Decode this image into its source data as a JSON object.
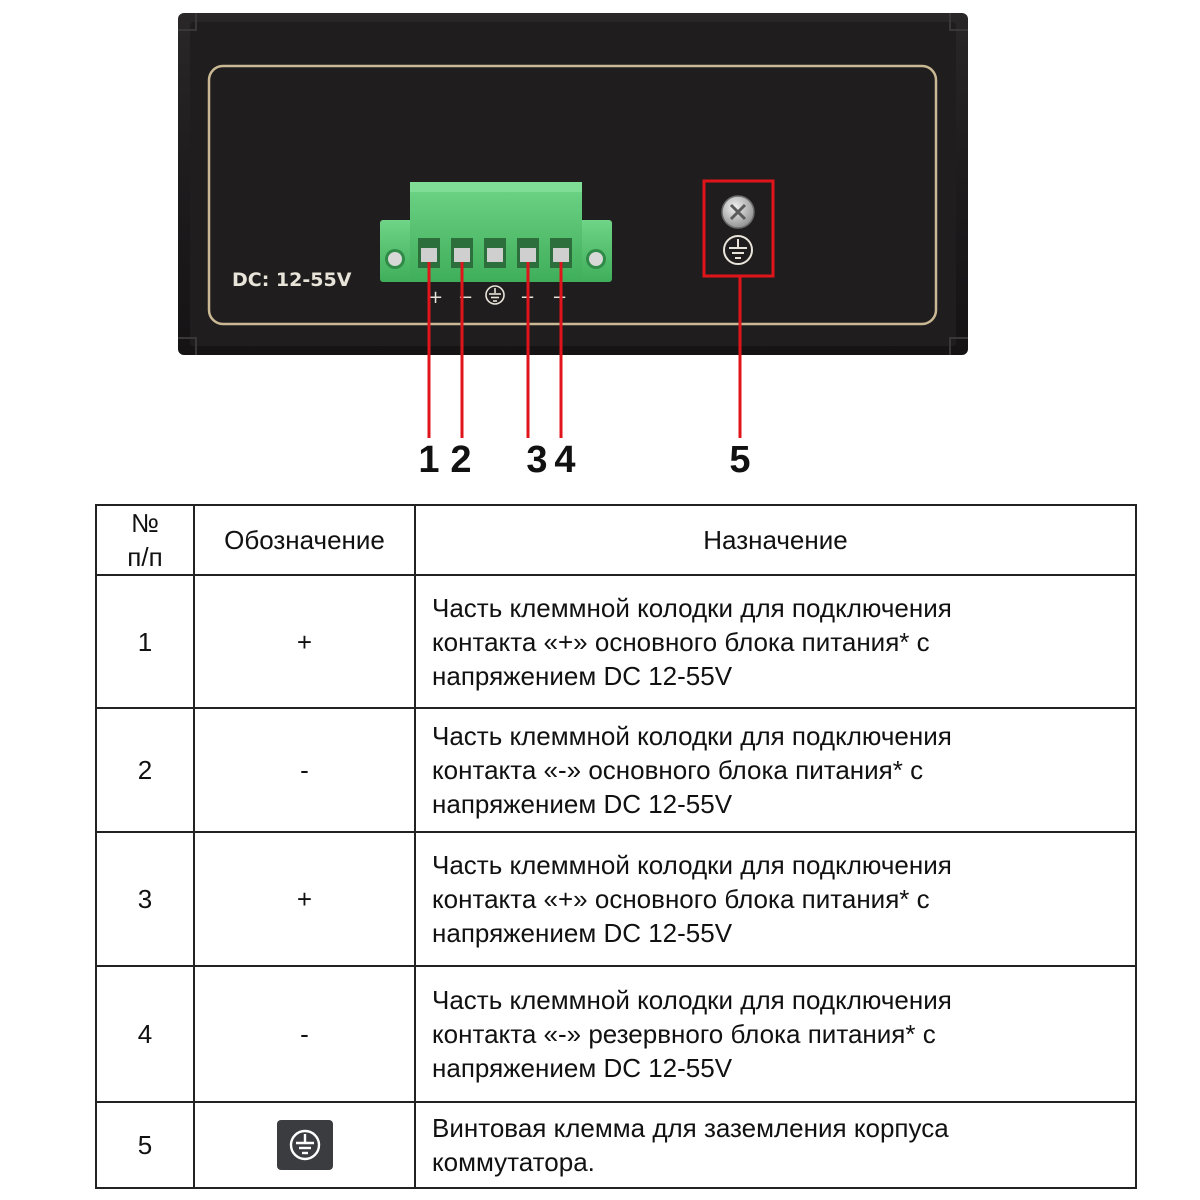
{
  "device": {
    "label": "DC: 12-55V",
    "terminal_marks": [
      "+",
      "−",
      "+",
      "−"
    ],
    "callouts": [
      "1",
      "2",
      "3",
      "4",
      "5"
    ],
    "colors": {
      "body": "#1e1c1d",
      "trim": "#c9b893",
      "terminal": "#4fc06a",
      "callout": "#e0151b"
    }
  },
  "table": {
    "headers": {
      "num_line1": "№",
      "num_line2": "п/п",
      "symbol": "Обозначение",
      "purpose": "Назначение"
    },
    "rows": [
      {
        "num": "1",
        "symbol": "+",
        "line1": "Часть клеммной колодки для подключения",
        "line2": "контакта «+» основного блока питания* с",
        "line3": "напряжением DC 12-55V"
      },
      {
        "num": "2",
        "symbol": "-",
        "line1": "Часть клеммной колодки для подключения",
        "line2": "контакта «-» основного блока питания* с",
        "line3": "напряжением DC 12-55V"
      },
      {
        "num": "3",
        "symbol": "+",
        "line1": "Часть клеммной колодки для подключения",
        "line2": "контакта «+» основного блока питания* с",
        "line3": "напряжением DC 12-55V"
      },
      {
        "num": "4",
        "symbol": "-",
        "line1": "Часть клеммной колодки для подключения",
        "line2": "контакта «-» резервного блока питания* с",
        "line3": "напряжением DC 12-55V"
      },
      {
        "num": "5",
        "symbol_icon": "ground-icon",
        "line1": "Винтовая клемма для заземления корпуса",
        "line2": "коммутатора."
      }
    ]
  }
}
